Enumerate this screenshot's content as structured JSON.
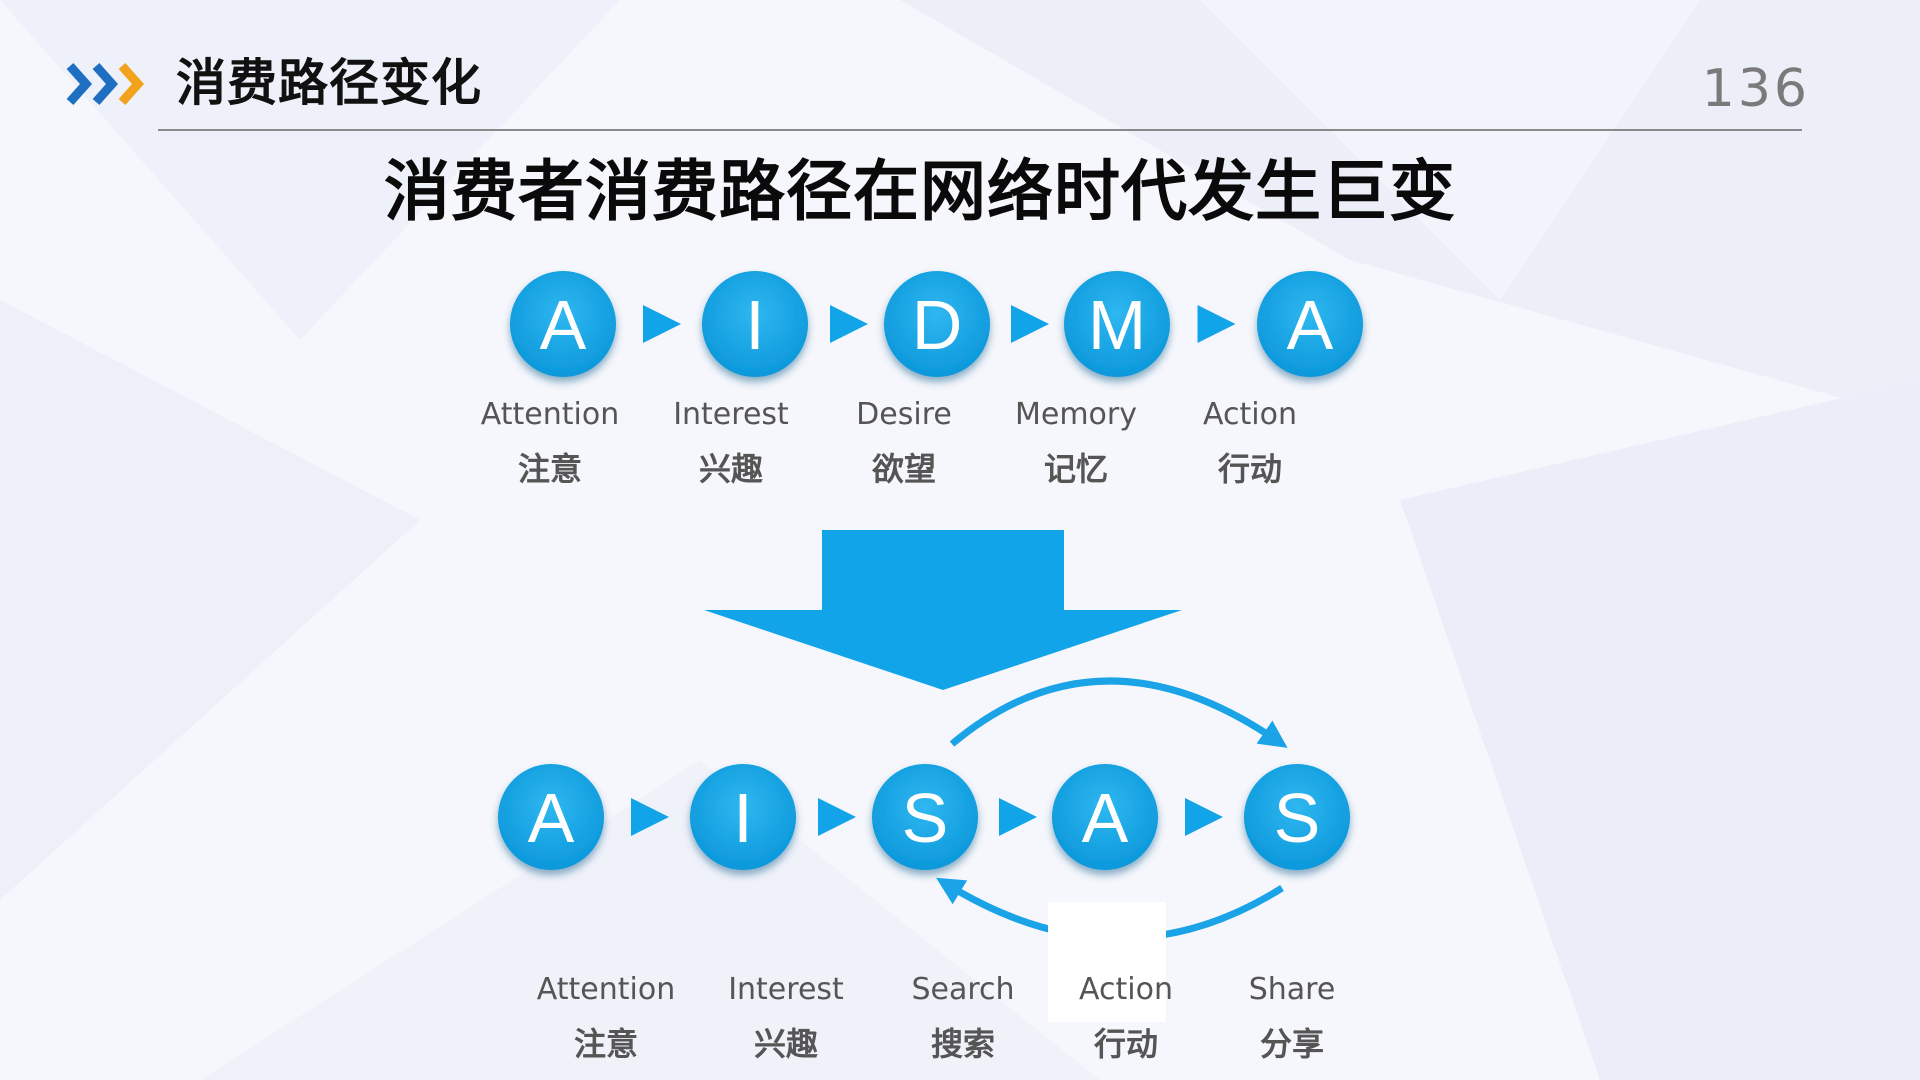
{
  "header": {
    "title": "消费路径变化",
    "page_number": "136"
  },
  "main_title": "消费者消费路径在网络时代发生巨变",
  "colors": {
    "circle": "#1aa7e6",
    "circle_dark": "#0a8fd0",
    "arrow": "#12a4e8",
    "chevron_blue": "#1e6fc2",
    "chevron_orange": "#f3a21b"
  },
  "aidma": {
    "name": "AIDMA",
    "steps": [
      {
        "letter": "A",
        "en": "Attention",
        "zh": "注意"
      },
      {
        "letter": "I",
        "en": "Interest",
        "zh": "兴趣"
      },
      {
        "letter": "D",
        "en": "Desire",
        "zh": "欲望"
      },
      {
        "letter": "M",
        "en": "Memory",
        "zh": "记忆"
      },
      {
        "letter": "A",
        "en": "Action",
        "zh": "行动"
      }
    ]
  },
  "aisas": {
    "name": "AISAS",
    "steps": [
      {
        "letter": "A",
        "en": "Attention",
        "zh": "注意"
      },
      {
        "letter": "I",
        "en": "Interest",
        "zh": "兴趣"
      },
      {
        "letter": "S",
        "en": "Search",
        "zh": "搜索"
      },
      {
        "letter": "A",
        "en": "Action",
        "zh": "行动"
      },
      {
        "letter": "S",
        "en": "Share",
        "zh": "分享"
      }
    ]
  },
  "icons": {
    "header": "double-chevron-right-icon",
    "step_arrow": "triangle-right-icon",
    "transition": "big-down-arrow-icon",
    "loop": "curved-loop-arrow-icon"
  }
}
